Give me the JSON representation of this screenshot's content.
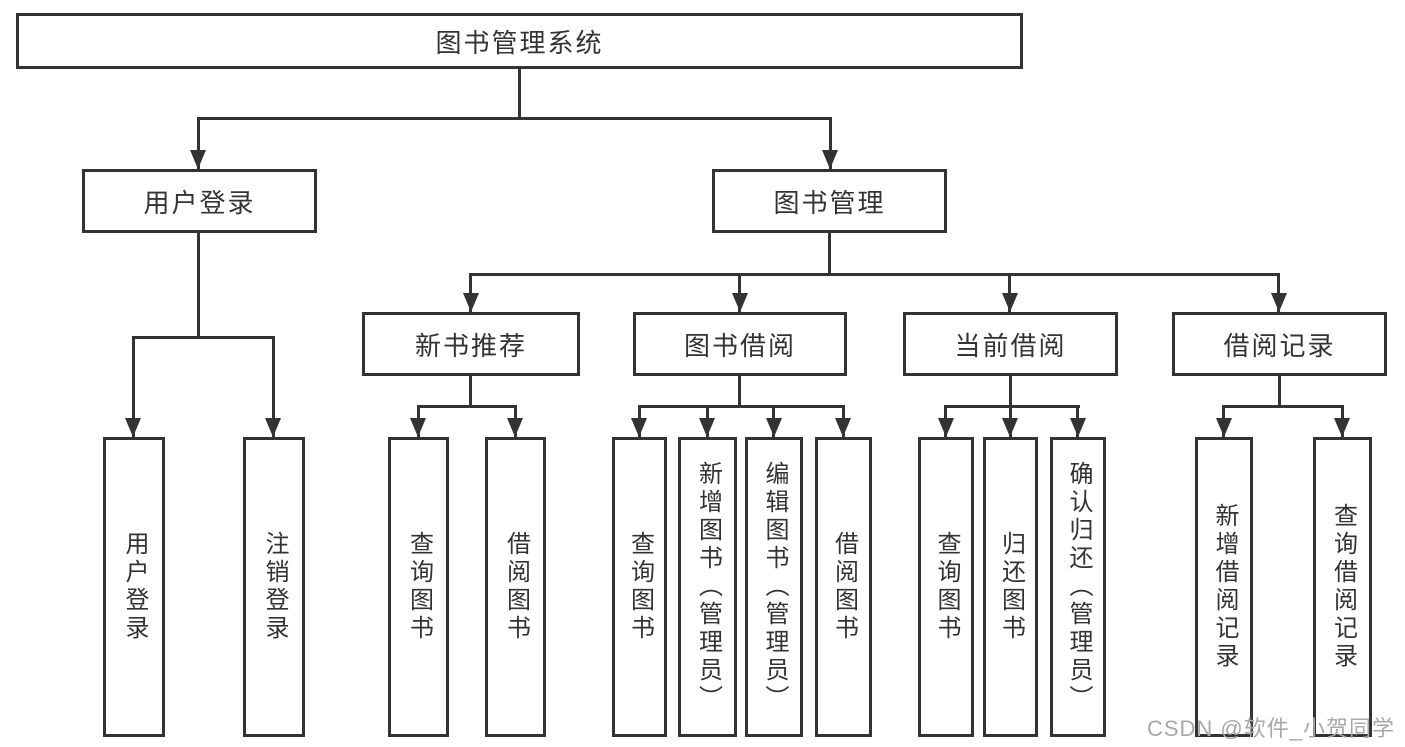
{
  "tree": {
    "root": {
      "label": "图书管理系统"
    },
    "children": [
      {
        "label": "用户登录",
        "children": [
          {
            "label": "用户登录"
          },
          {
            "label": "注销登录"
          }
        ]
      },
      {
        "label": "图书管理",
        "children": [
          {
            "label": "新书推荐",
            "children": [
              {
                "label": "查询图书"
              },
              {
                "label": "借阅图书"
              }
            ]
          },
          {
            "label": "图书借阅",
            "children": [
              {
                "label": "查询图书"
              },
              {
                "label": "新增图书（管理员）"
              },
              {
                "label": "编辑图书（管理员）"
              },
              {
                "label": "借阅图书"
              }
            ]
          },
          {
            "label": "当前借阅",
            "children": [
              {
                "label": "查询图书"
              },
              {
                "label": "归还图书"
              },
              {
                "label": "确认归还（管理员）"
              }
            ]
          },
          {
            "label": "借阅记录",
            "children": [
              {
                "label": "新增借阅记录"
              },
              {
                "label": "查询借阅记录"
              }
            ]
          }
        ]
      }
    ]
  },
  "watermark": "CSDN @软件_小贺同学",
  "colors": {
    "line": "#333333",
    "box_border": "#333333",
    "text": "#333333",
    "watermark": "#a8a8a8",
    "background": "#ffffff"
  }
}
